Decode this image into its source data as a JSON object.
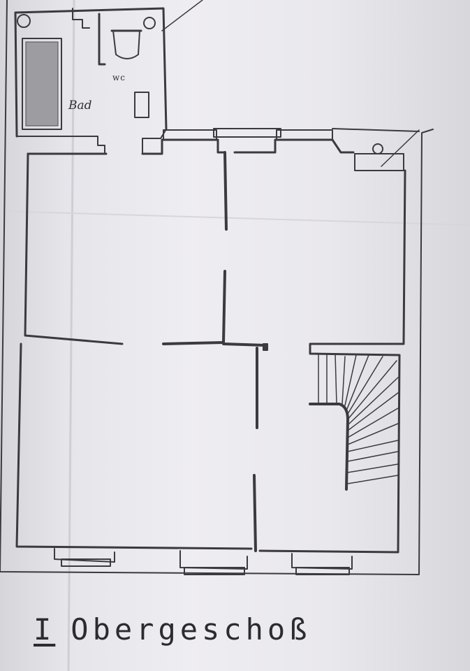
{
  "plan": {
    "rooms": {
      "bath": "Bad",
      "wc": "wc"
    },
    "floor_number": "I",
    "floor_name": "Obergeschoß"
  },
  "colors": {
    "paper": "#eeedf1",
    "ink": "#3a3a3f",
    "shading": "#9a999e"
  }
}
